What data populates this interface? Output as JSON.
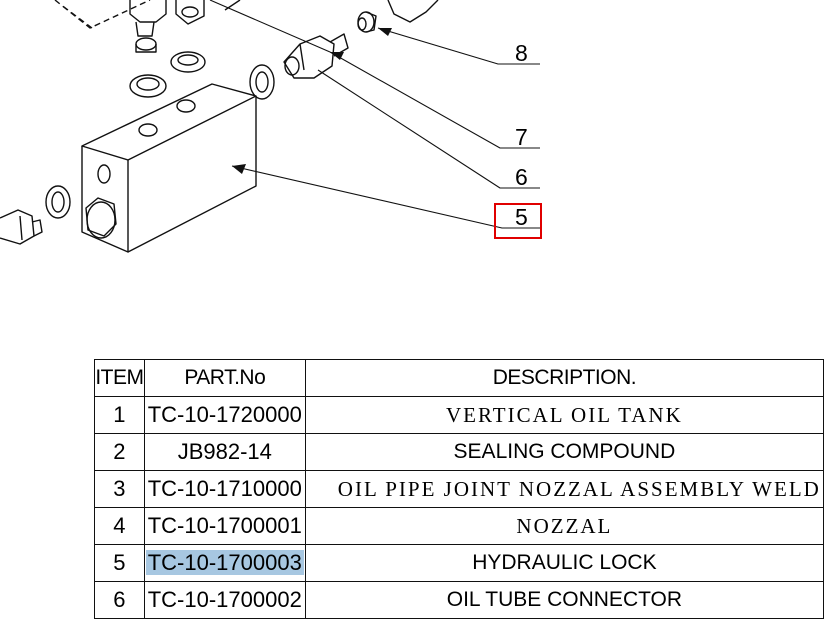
{
  "callouts": [
    "8",
    "7",
    "6",
    "5"
  ],
  "highlight_color": "#e00000",
  "selection_color": "#a7c7e1",
  "table": {
    "headers": [
      "ITEM",
      "PART.No",
      "DESCRIPTION."
    ],
    "rows": [
      {
        "item": "1",
        "part": "TC-10-1720000",
        "desc": "VERTICAL OIL TANK"
      },
      {
        "item": "2",
        "part": "JB982-14",
        "desc": "SEALING COMPOUND"
      },
      {
        "item": "3",
        "part": "TC-10-1710000",
        "desc": "OIL PIPE JOINT NOZZAL ASSEMBLY WELD"
      },
      {
        "item": "4",
        "part": "TC-10-1700001",
        "desc": "NOZZAL"
      },
      {
        "item": "5",
        "part": "TC-10-1700003",
        "desc": "HYDRAULIC LOCK"
      },
      {
        "item": "6",
        "part": "TC-10-1700002",
        "desc": "OIL TUBE CONNECTOR"
      }
    ]
  }
}
